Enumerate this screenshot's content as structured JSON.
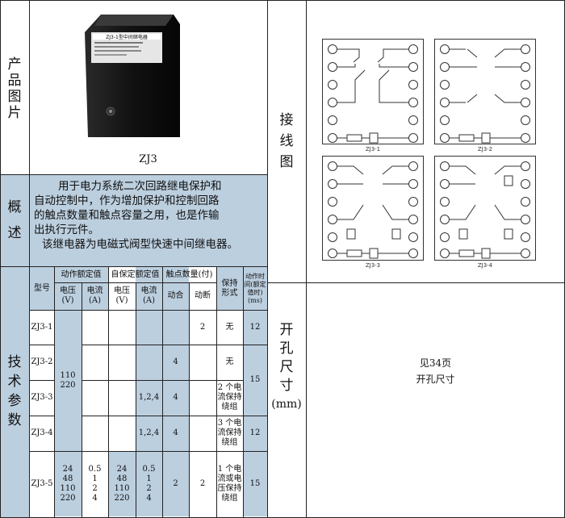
{
  "left": {
    "product_image_label": [
      "产",
      "品",
      "图",
      "片"
    ],
    "product_name": "ZJ3",
    "product_nameplate": "ZJ3-1型中间继电器",
    "overview_label": [
      "概",
      "述"
    ],
    "overview_lines": [
      "用于电力系统二次回路继电保护和",
      "自动控制中，作为增加保护和控制回路",
      "的触点数量和触点容量之用，也是作输",
      "出执行元件。",
      "该继电器为电磁式阀型快速中间继电器。"
    ],
    "tech_label": [
      "技",
      "术",
      "参",
      "数"
    ]
  },
  "table": {
    "headers": {
      "model": "型号",
      "action_rated": "动作额定值",
      "self_hold_rated": "自保定额定值",
      "contacts": "触点数量(付)",
      "hold_form": "保持\n形式",
      "action_time": "动作时\n间(额定\n值时)\n(ms)",
      "voltage": "电压\n(V)",
      "current": "电流\n(A)",
      "make": "动合",
      "break": "动断"
    },
    "rows": [
      {
        "model": "ZJ3-1",
        "self_current": "",
        "make": "",
        "break": "2",
        "hold": "无",
        "time": "12"
      },
      {
        "model": "ZJ3-2",
        "self_current": "",
        "make": "4",
        "break": "",
        "hold": "无",
        "time": ""
      },
      {
        "model": "ZJ3-3",
        "self_current": "1,2,4",
        "make": "4",
        "break": "",
        "hold": "2 个电\n流保持\n绕组",
        "time": ""
      },
      {
        "model": "ZJ3-4",
        "self_current": "1,2,4",
        "make": "4",
        "break": "",
        "hold": "3 个电\n流保持\n绕组",
        "time": "12"
      },
      {
        "model": "ZJ3-5",
        "action_voltage": "24\n48\n110\n220",
        "action_current": "0.5\n1\n2\n4",
        "self_voltage": "24\n48\n110\n220",
        "self_current": "0.5\n1\n2\n4",
        "make": "2",
        "break": "2",
        "hold": "1 个电\n流或电\n压保持\n绕组",
        "time": "15"
      }
    ],
    "merged_voltage_1_4": "110\n220",
    "merged_time_2_3": "15"
  },
  "right": {
    "wiring_label": [
      "接",
      "线",
      "图"
    ],
    "diagrams": [
      "ZJ3-1",
      "ZJ3-2",
      "ZJ3-3",
      "ZJ3-4"
    ],
    "cutout_label": [
      "开",
      "孔",
      "尺",
      "寸",
      "(mm)"
    ],
    "cutout_text": [
      "见34页",
      "开孔尺寸"
    ]
  },
  "colors": {
    "band": "#bccfdf",
    "line": "#222222"
  }
}
